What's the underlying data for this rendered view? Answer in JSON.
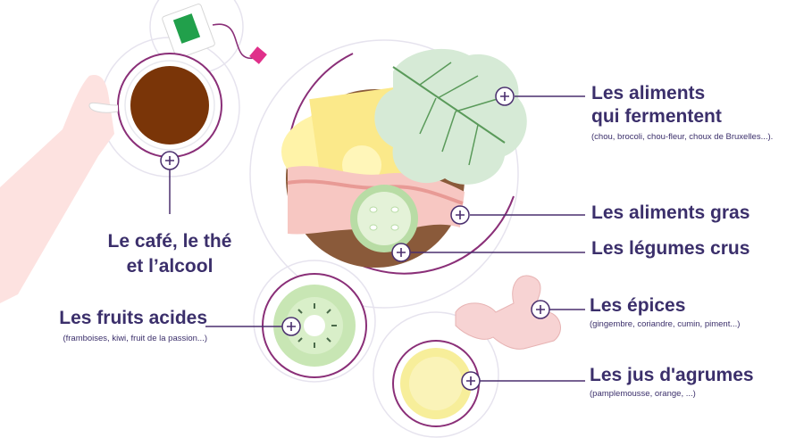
{
  "colors": {
    "title": "#3b2f6b",
    "leader_line": "#4a2f6e",
    "ring": "#8a2f78",
    "ring_light": "#e6e3ee",
    "coffee": "#7a3508",
    "hand": "#fde2e0",
    "cabbage": "#d6ead6",
    "kiwi": "#c8e6b4",
    "citrus": "#f7ee9a",
    "ginger": "#f7d3d3"
  },
  "icons": {
    "plus": "plus-circle-icon",
    "tea": "tea-bag-icon",
    "coffee": "coffee-cup-icon"
  },
  "items": {
    "fermentent": {
      "title_line1": "Les aliments",
      "title_line2": "qui fermentent",
      "subtitle": "(chou, brocoli, chou-fleur, choux de Bruxelles...)."
    },
    "gras": {
      "title": "Les aliments gras"
    },
    "legumes": {
      "title": "Les légumes crus"
    },
    "cafe": {
      "title_line1": "Le café, le thé",
      "title_line2": "et l’alcool"
    },
    "fruits": {
      "title": "Les fruits acides",
      "subtitle": "(framboises, kiwi, fruit de la passion...)"
    },
    "epices": {
      "title": "Les épices",
      "subtitle": "(gingembre, coriandre, cumin, piment...)"
    },
    "jus": {
      "title": "Les jus d'agrumes",
      "subtitle": "(pamplemousse, orange, ...)"
    }
  }
}
